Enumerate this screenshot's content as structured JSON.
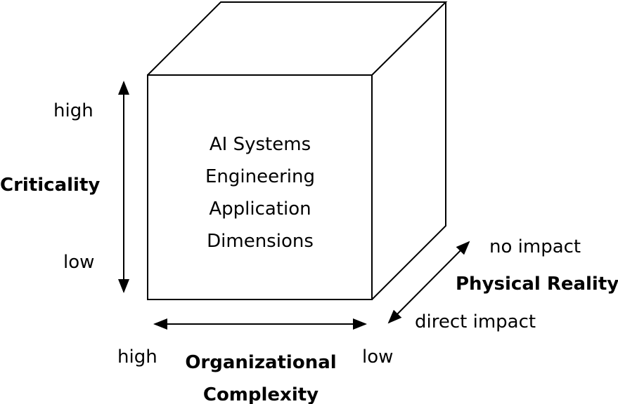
{
  "cube_text": [
    "AI Systems",
    "Engineering",
    "Application",
    "Dimensions"
  ],
  "criticality": {
    "label": "Criticality",
    "high": "high",
    "low": "low"
  },
  "organizational": {
    "label_line1": "Organizational",
    "label_line2": "Complexity",
    "high": "high",
    "low": "low"
  },
  "physical": {
    "label": "Physical Reality",
    "top": "no impact",
    "bottom": "direct impact"
  }
}
